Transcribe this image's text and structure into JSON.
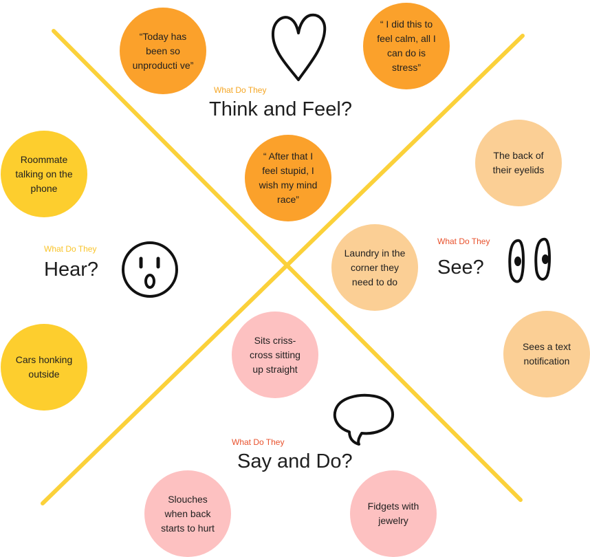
{
  "colors": {
    "line": "#fbd13a",
    "think": "#fba12b",
    "hear": "#fdce2e",
    "see": "#fbcf95",
    "say": "#fdc1c1",
    "label_think": "#f5a623",
    "label_hear": "#f9c42a",
    "label_see": "#e8512c",
    "label_say": "#e8512c"
  },
  "sections": {
    "think": {
      "eyebrow": "What Do They",
      "title": "Think and Feel?",
      "icon": "heart-icon"
    },
    "hear": {
      "eyebrow": "What Do They",
      "title": "Hear?",
      "icon": "surprised-face-icon"
    },
    "see": {
      "eyebrow": "What Do They",
      "title": "See?",
      "icon": "eyes-icon"
    },
    "say": {
      "eyebrow": "What Do They",
      "title": "Say and Do?",
      "icon": "speech-bubble-icon"
    }
  },
  "notes": {
    "think": [
      "“Today has been so unproducti ve”",
      "“ I did this to feel calm, all I can do is stress”",
      "“ After that I feel stupid, I wish my mind race”"
    ],
    "hear": [
      "Roommate talking on the phone",
      "Cars honking outside"
    ],
    "see": [
      "The back of their eyelids",
      "Laundry in the corner they need to do",
      "Sees a text notification"
    ],
    "say": [
      "Sits criss-cross sitting up straight",
      "Slouches when back starts to hurt",
      "Fidgets with jewelry"
    ]
  }
}
